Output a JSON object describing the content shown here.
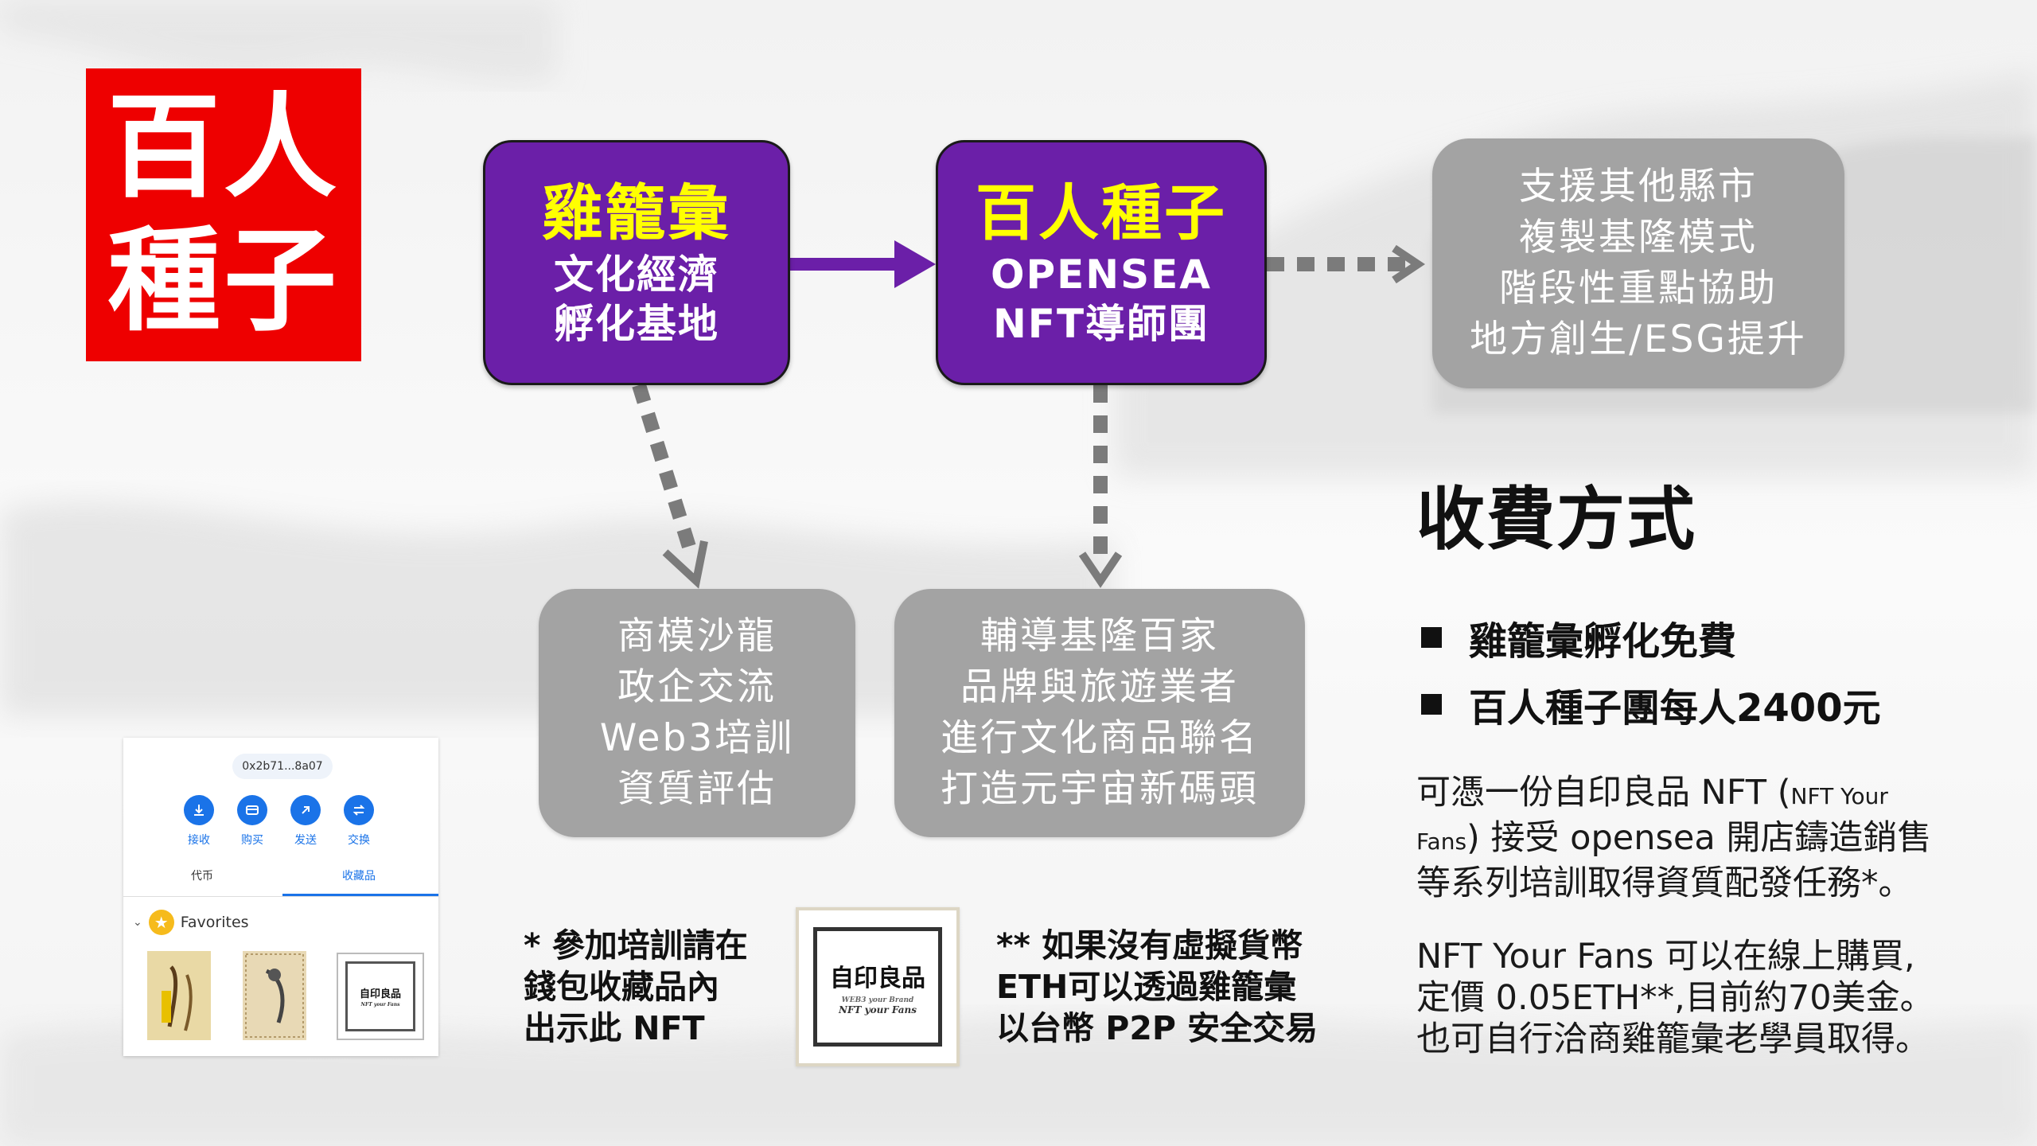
{
  "title": {
    "line1": "百人",
    "line2": "種子"
  },
  "boxes": {
    "incubator": {
      "title": "雞籠彙",
      "line1": "文化經濟",
      "line2": "孵化基地"
    },
    "seed": {
      "title": "百人種子",
      "line1": "OPENSEA",
      "line2": "NFT導師團"
    },
    "support": {
      "line1": "支援其他縣市",
      "line2": "複製基隆模式",
      "line3": "階段性重點協助",
      "line4": "地方創生/ESG提升"
    },
    "salon": {
      "line1": "商模沙龍",
      "line2": "政企交流",
      "line3": "Web3培訓",
      "line4": "資質評估"
    },
    "guidance": {
      "line1": "輔導基隆百家",
      "line2": "品牌與旅遊業者",
      "line3": "進行文化商品聯名",
      "line4": "打造元宇宙新碼頭"
    }
  },
  "fees": {
    "heading": "收費方式",
    "bullet1": "雞籠彙孵化免費",
    "bullet2": "百人種子團每人2400元",
    "para1": {
      "pre": "可憑一份自印良品 NFT (",
      "small_a": "NFT Your",
      "small_b": "Fans",
      "post": ") 接受 opensea 開店鑄造銷售",
      "line3": "等系列培訓取得資質配發任務*。"
    },
    "para2": {
      "line1": "NFT Your Fans 可以在線上購買,",
      "line2": "定價 0.05ETH**,目前約70美金。",
      "line3": "也可自行洽商雞籠彙老學員取得。"
    }
  },
  "notes": {
    "left": {
      "line1": "* 參加培訓請在",
      "line2": "錢包收藏品內",
      "line3": "出示此 NFT"
    },
    "right": {
      "line1": "** 如果沒有虛擬貨幣",
      "line2": "ETH可以透過雞籠彙",
      "line3": "以台幣 P2P 安全交易"
    }
  },
  "wallet": {
    "address": "0x2b71...8a07",
    "actions": [
      "接收",
      "购买",
      "发送",
      "交换"
    ],
    "tabs": [
      "代币",
      "收藏品"
    ],
    "favorites_label": "Favorites"
  },
  "nft": {
    "main": "自印良品",
    "sub_small": "NFT your Fans",
    "sub_tiny": "WEB3 your Brand"
  },
  "colors": {
    "red": "#ee0000",
    "purple": "#6b1fa8",
    "yellow": "#ffff00",
    "grey": "#a3a3a3",
    "arrow": "#6b1fa8",
    "dash": "#7b7b7b"
  },
  "icons": {
    "receive": "download-icon",
    "buy": "card-icon",
    "send": "arrow-up-right-icon",
    "swap": "swap-icon",
    "favorites": "star-icon"
  }
}
